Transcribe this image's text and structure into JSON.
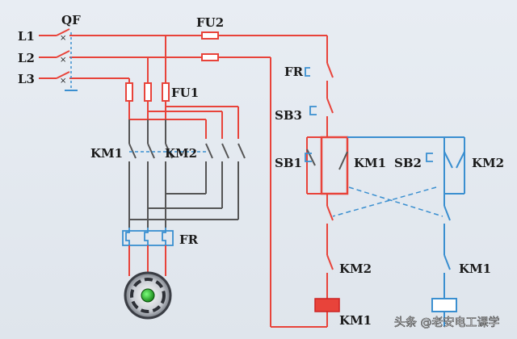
{
  "diagram": {
    "labels": {
      "L1": "L1",
      "L2": "L2",
      "L3": "L3",
      "QF": "QF",
      "FU2": "FU2",
      "FU1": "FU1",
      "FR_top": "FR",
      "SB3": "SB3",
      "SB1": "SB1",
      "KM1_hold": "KM1",
      "SB2": "SB2",
      "KM2_hold": "KM2",
      "KM1_main": "KM1",
      "KM2_main": "KM2",
      "FR_relay": "FR",
      "KM2_interlock": "KM2",
      "KM1_interlock": "KM1",
      "KM1_coil": "KM1"
    },
    "colors": {
      "wire_red": "#e8433a",
      "wire_blue": "#3a8fd0",
      "wire_dark": "#555555",
      "coil_fill": "#e8433a"
    },
    "icons": [
      "motor-icon",
      "fuse-icon",
      "coil-icon",
      "contact-icon"
    ]
  },
  "watermark": {
    "text": "头条 @老安电工课学"
  }
}
